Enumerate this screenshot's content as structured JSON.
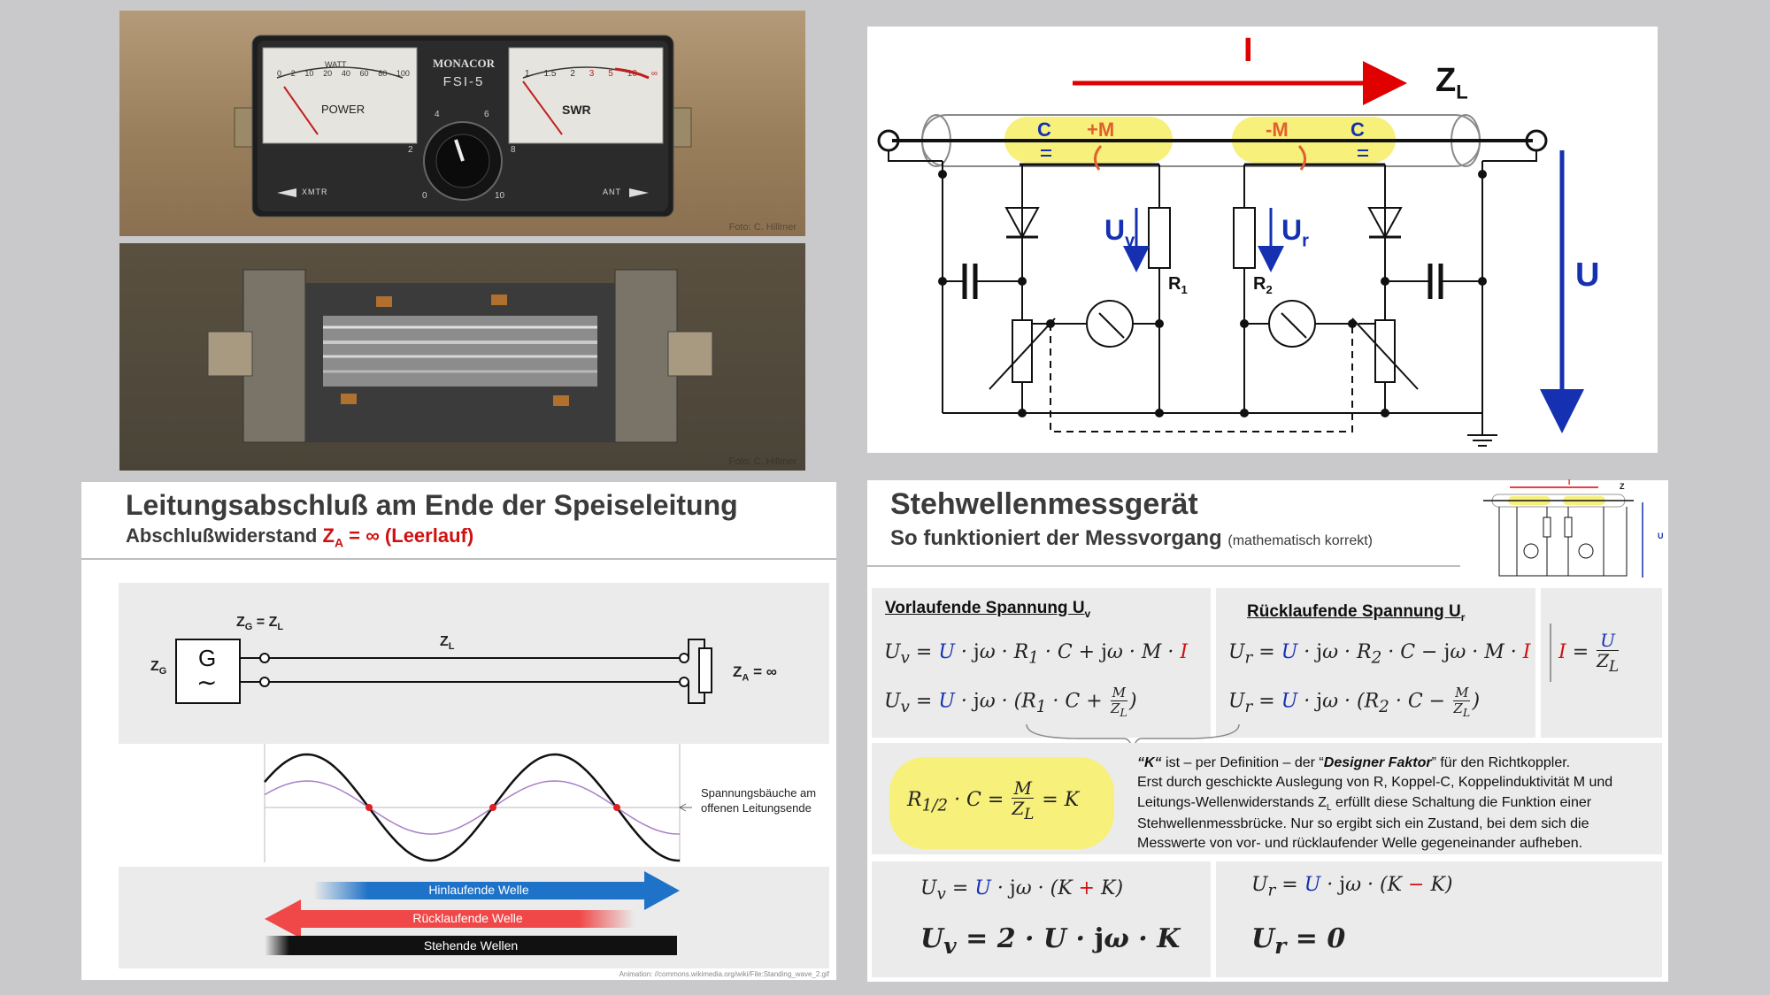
{
  "photo_top": {
    "brand": "MONACOR",
    "model": "FSI-5",
    "meter_left_label": "POWER",
    "meter_left_unit": "WATT",
    "meter_left_scale": [
      "0",
      "2",
      "10",
      "20",
      "40",
      "60",
      "80",
      "100"
    ],
    "meter_right_label": "SWR",
    "meter_right_scale": [
      "1",
      "1.5",
      "2",
      "3",
      "5",
      "10",
      "∞"
    ],
    "dial_scale": [
      "0",
      "2",
      "4",
      "6",
      "8",
      "10"
    ],
    "port_left": "XMTR",
    "port_right": "ANT",
    "credit": "Foto: C. Hillmer"
  },
  "photo_bottom": {
    "credit": "Foto: C. Hillmer"
  },
  "circuit": {
    "current_label": "I",
    "zl_label": "Z",
    "zl_sub": "L",
    "c1": "C",
    "m_plus": "+M",
    "m_minus": "-M",
    "c2": "C",
    "uv_label": "U",
    "uv_sub": "v",
    "ur_label": "U",
    "ur_sub": "r",
    "r1_label": "R",
    "r1_sub": "1",
    "r2_label": "R",
    "r2_sub": "2",
    "u_label": "U"
  },
  "left_panel": {
    "title": "Leitungsabschluß am Ende der Speiseleitung",
    "subtitle_prefix": "Abschlußwiderstand ",
    "subtitle_z": "Z",
    "subtitle_zsub": "A",
    "subtitle_eq": " = ∞ (Leerlauf)",
    "zg_eq": "Z",
    "zg_eq_sub": "G",
    "zg_eq_mid": " = Z",
    "zg_eq_sub2": "L",
    "zg": "Z",
    "zg_sub": "G",
    "gen": "G",
    "zl": "Z",
    "zl_sub": "L",
    "za": "Z",
    "za_sub": "A",
    "za_eq": " = ∞",
    "annotation": "Spannungsbäuche am offenen Leitungsende",
    "arrow_forward": "Hinlaufende Welle",
    "arrow_back": "Rücklaufende Welle",
    "standing": "Stehende Wellen",
    "credit": "Animation: //commons.wikimedia.org/wiki/File:Standing_wave_2.gif"
  },
  "right_panel": {
    "title": "Stehwellenmessgerät",
    "subtitle": "So funktioniert der Messvorgang",
    "subtitle_note": "(mathematisch korrekt)",
    "thumb": {
      "i": "I",
      "zl": "Z",
      "u": "U"
    },
    "fwd_heading": "Vorlaufende Spannung U",
    "fwd_heading_sub": "v",
    "rev_heading": "Rücklaufende Spannung U",
    "rev_heading_sub": "r",
    "k_text_1": "“K“",
    "k_text_2": " ist – per Definition – der “",
    "k_text_3": "Designer Faktor",
    "k_text_4": "” für den Richtkoppler.",
    "k_text_5": "Erst durch geschickte Auslegung von R, Koppel-C, Koppelinduktivität M und Leitungs-Wellenwiderstands Z",
    "k_text_5_sub": "L",
    "k_text_6": " erfüllt diese Schaltung die Funktion einer Stehwellenmessbrücke. Nur so ergibt sich ein Zustand, bei dem sich die Messwerte von vor- und rücklaufender Welle gegeneinander aufheben."
  }
}
